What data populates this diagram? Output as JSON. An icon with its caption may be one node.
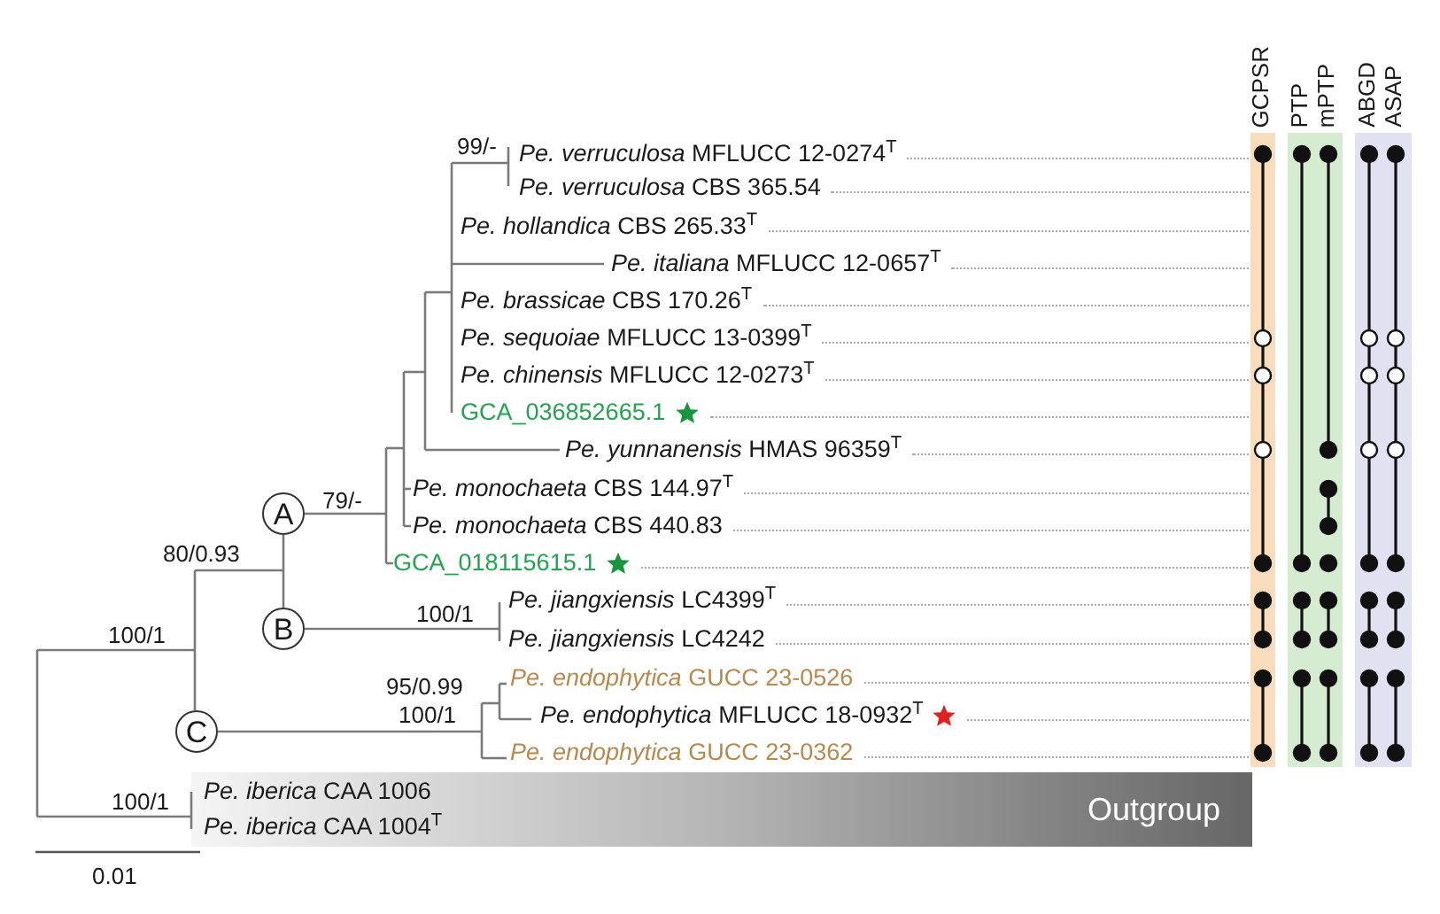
{
  "diagram": {
    "nodes": [
      {
        "text": [
          "A"
        ]
      },
      {
        "text": [
          "B"
        ]
      },
      {
        "text": [
          "C"
        ]
      },
      {
        "text": [
          "Outgroup"
        ]
      }
    ],
    "edges": [
      {
        "from": 0,
        "to": 1,
        "arrow": "none"
      }
    ],
    "labels": [
      "GCPSR",
      "PTP",
      "mPTP",
      "ABGD",
      "ASAP",
      "99/-",
      "*Pe. verruculosa* MFLUCC 12-0274$^{T}$",
      "*Pe. verruculosa* CBS 365.54",
      "*Pe. hollandica* CBS 265.33$^{T}$",
      "*Pe. italiana* MFLUCC 12-0657$^{T}$",
      "*Pe. brassicae* CBS 170.26$^{T}$",
      "*Pe. sequoiae* MFLUCC 13-0399$^{T}$",
      "*Pe. chinensis* MFLUCC 12-0273$^{T}$",
      "GCA_036852665.1",
      "*Pe. yunnanensis* HMAS 96359$^{T}$",
      "*Pe. monochaeta* CBS 144.97$^{T}$",
      "*Pe. monochaeta* CBS 440.83",
      "79/-",
      "80/0.93",
      "GCA_018115615.1",
      "100/1",
      "*Pe. jiangxiensis* LC4399$^{T}$",
      "100/1",
      "*Pe. jiangxiensis* LC4242",
      "95/0.99",
      "*Pe. endophytica* GUCC 23-0526",
      "100/1",
      "*Pe. endophytica* MFLUCC 18-0932$^{T}$",
      "*Pe. endophytica* GUCC 23-0362",
      "100/1",
      "*Pe. iberica* CAA 1006",
      "*Pe. iberica* CAA 1004$^{T}$",
      "0.01"
    ]
  }
}
